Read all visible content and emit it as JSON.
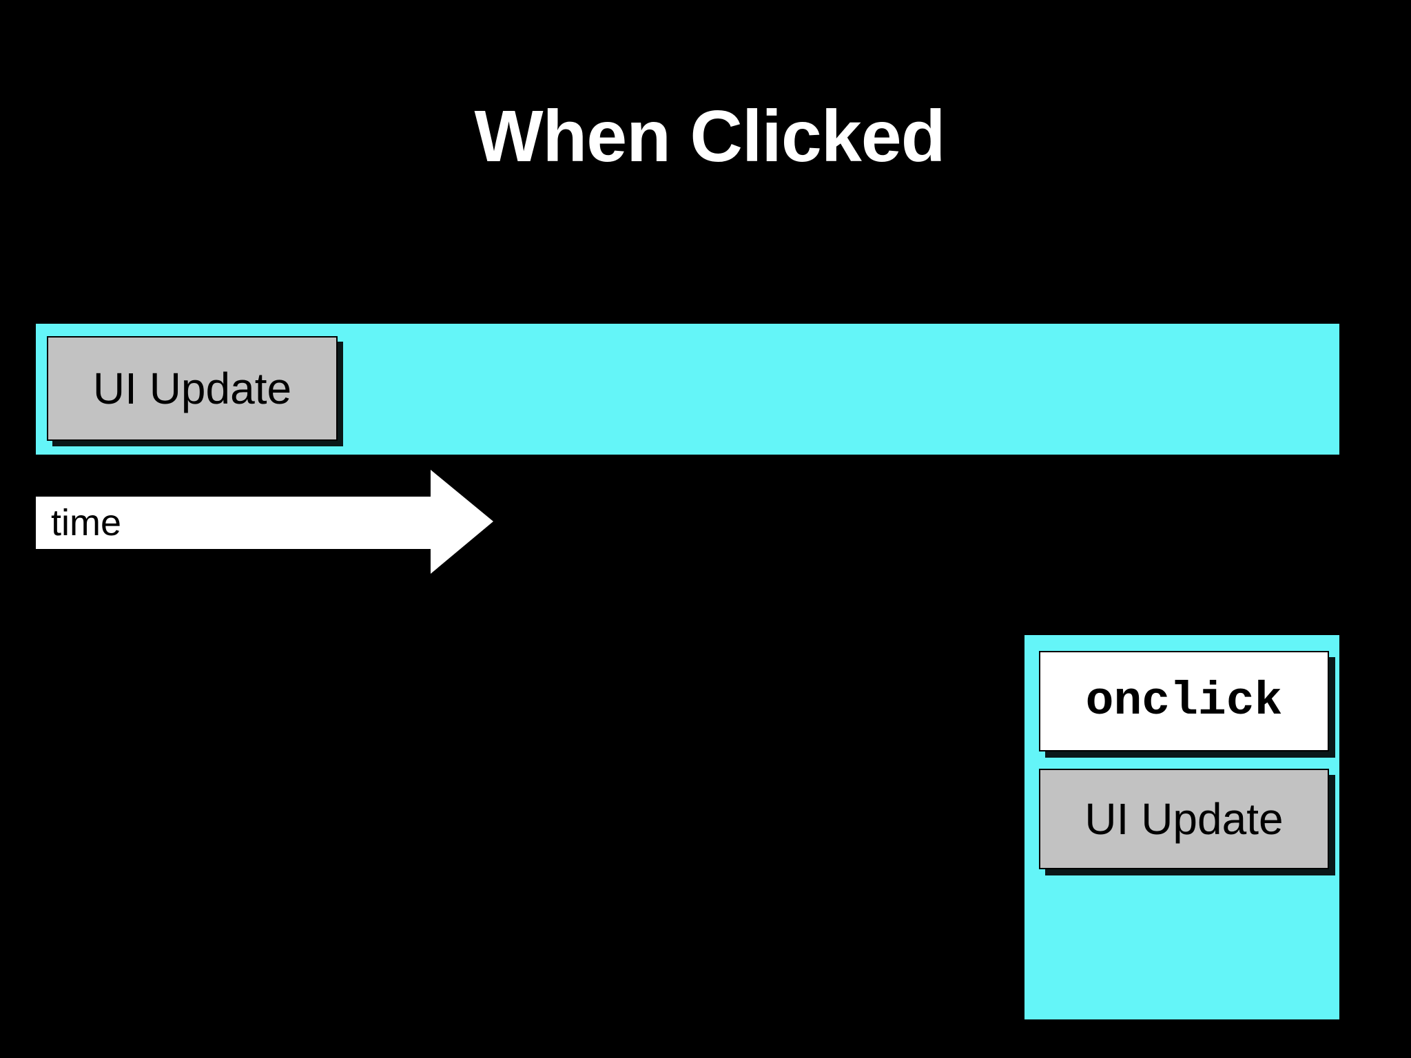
{
  "slide": {
    "title": "When Clicked"
  },
  "timeline_bar": {
    "box_label": "UI Update"
  },
  "time_arrow": {
    "label": "time"
  },
  "event_panel": {
    "onclick_label": "onclick",
    "ui_update_label": "UI Update"
  },
  "colors": {
    "background": "#000000",
    "bar_cyan": "#64F5F8",
    "box_gray": "#C2C2C2",
    "box_white": "#FFFFFF",
    "arrow_white": "#FFFFFF",
    "title_white": "#FFFFFF",
    "text_black": "#000000"
  }
}
